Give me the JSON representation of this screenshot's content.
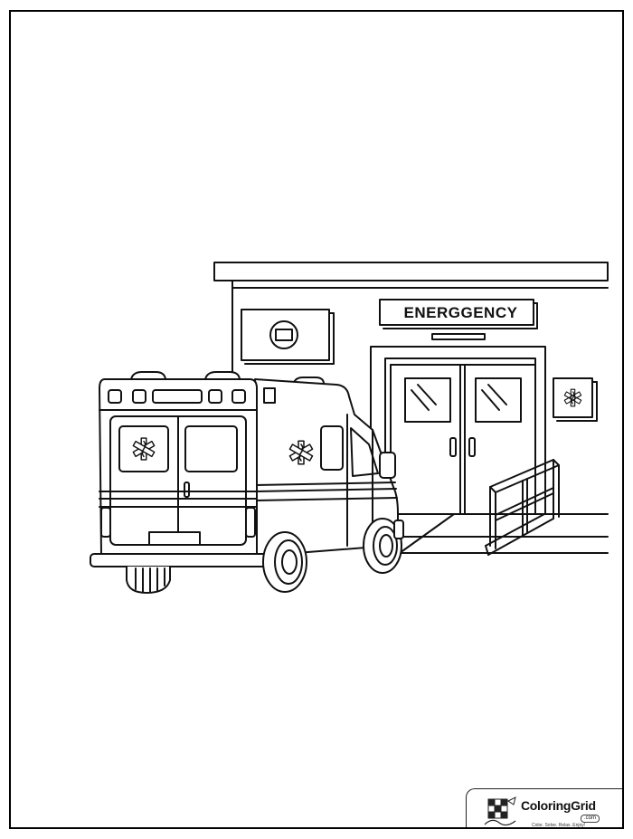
{
  "illustration": {
    "sign_text": "ENERGGENCY",
    "line_color": "#111111",
    "paper_color": "#ffffff",
    "icons": [
      "star-of-life-icon",
      "camera-icon",
      "ambulance",
      "hospital-building",
      "wheelchair-ramp-railing"
    ]
  },
  "watermark": {
    "brand_name": "ColoringGrid",
    "domain_suffix": ".com",
    "tagline": "Color. Solve. Relax. Enjoy!"
  }
}
